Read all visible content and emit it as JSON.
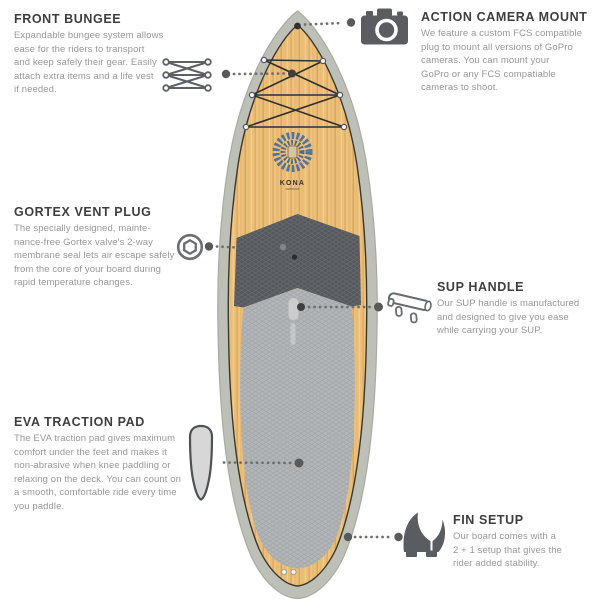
{
  "board": {
    "brand": "KONA"
  },
  "palette": {
    "heading_text": "#3e3e3e",
    "body_text": "#989898",
    "icon_gray": "#595d61",
    "leader_dot": "#595959",
    "rail_gray": "#bcc0b6",
    "deck_bamboo": "#ecbf79",
    "pad_dark": "#55585c",
    "pad_light": "#b3b6b8",
    "logo_blue": "#3e6da3"
  },
  "callouts": [
    {
      "id": "front-bungee",
      "title": "FRONT BUNGEE",
      "body": "Expandable bungee system allows\nease for the riders to transport\nand keep safely their gear. Easily\nattach extra items and a life vest\nif needed.",
      "icon": "bungee-icon",
      "side": "left"
    },
    {
      "id": "action-camera-mount",
      "title": "ACTION CAMERA MOUNT",
      "body": "We feature a custom FCS compatible\nplug to mount all versions of GoPro\ncameras. You can mount your\nGoPro or any FCS compatiable\ncameras to shoot.",
      "icon": "camera-icon",
      "side": "right"
    },
    {
      "id": "gortex-vent-plug",
      "title": "GORTEX VENT PLUG",
      "body": "The specially designed, mainte-\nnance-free Gortex valve's 2-way\nmembrane seal lets air escape safely\nfrom the core of your board during\nrapid temperature changes.",
      "icon": "vent-plug-icon",
      "side": "left"
    },
    {
      "id": "sup-handle",
      "title": "SUP HANDLE",
      "body": "Our SUP handle is manufactured\nand designed to give you ease\nwhile carrying your SUP.",
      "icon": "handle-icon",
      "side": "right"
    },
    {
      "id": "eva-traction-pad",
      "title": "EVA TRACTION PAD",
      "body": "The EVA traction pad gives maximum\ncomfort under the feet and makes it\nnon-abrasive when knee paddling or\nrelaxing on the deck. You can count on\na smooth, comfortable ride every time\nyou paddle.",
      "icon": "traction-pad-icon",
      "side": "left"
    },
    {
      "id": "fin-setup",
      "title": "FIN SETUP",
      "body": "Our board comes with a\n2 + 1 setup that gives the\nrider added stability.",
      "icon": "fin-icon",
      "side": "right"
    }
  ]
}
